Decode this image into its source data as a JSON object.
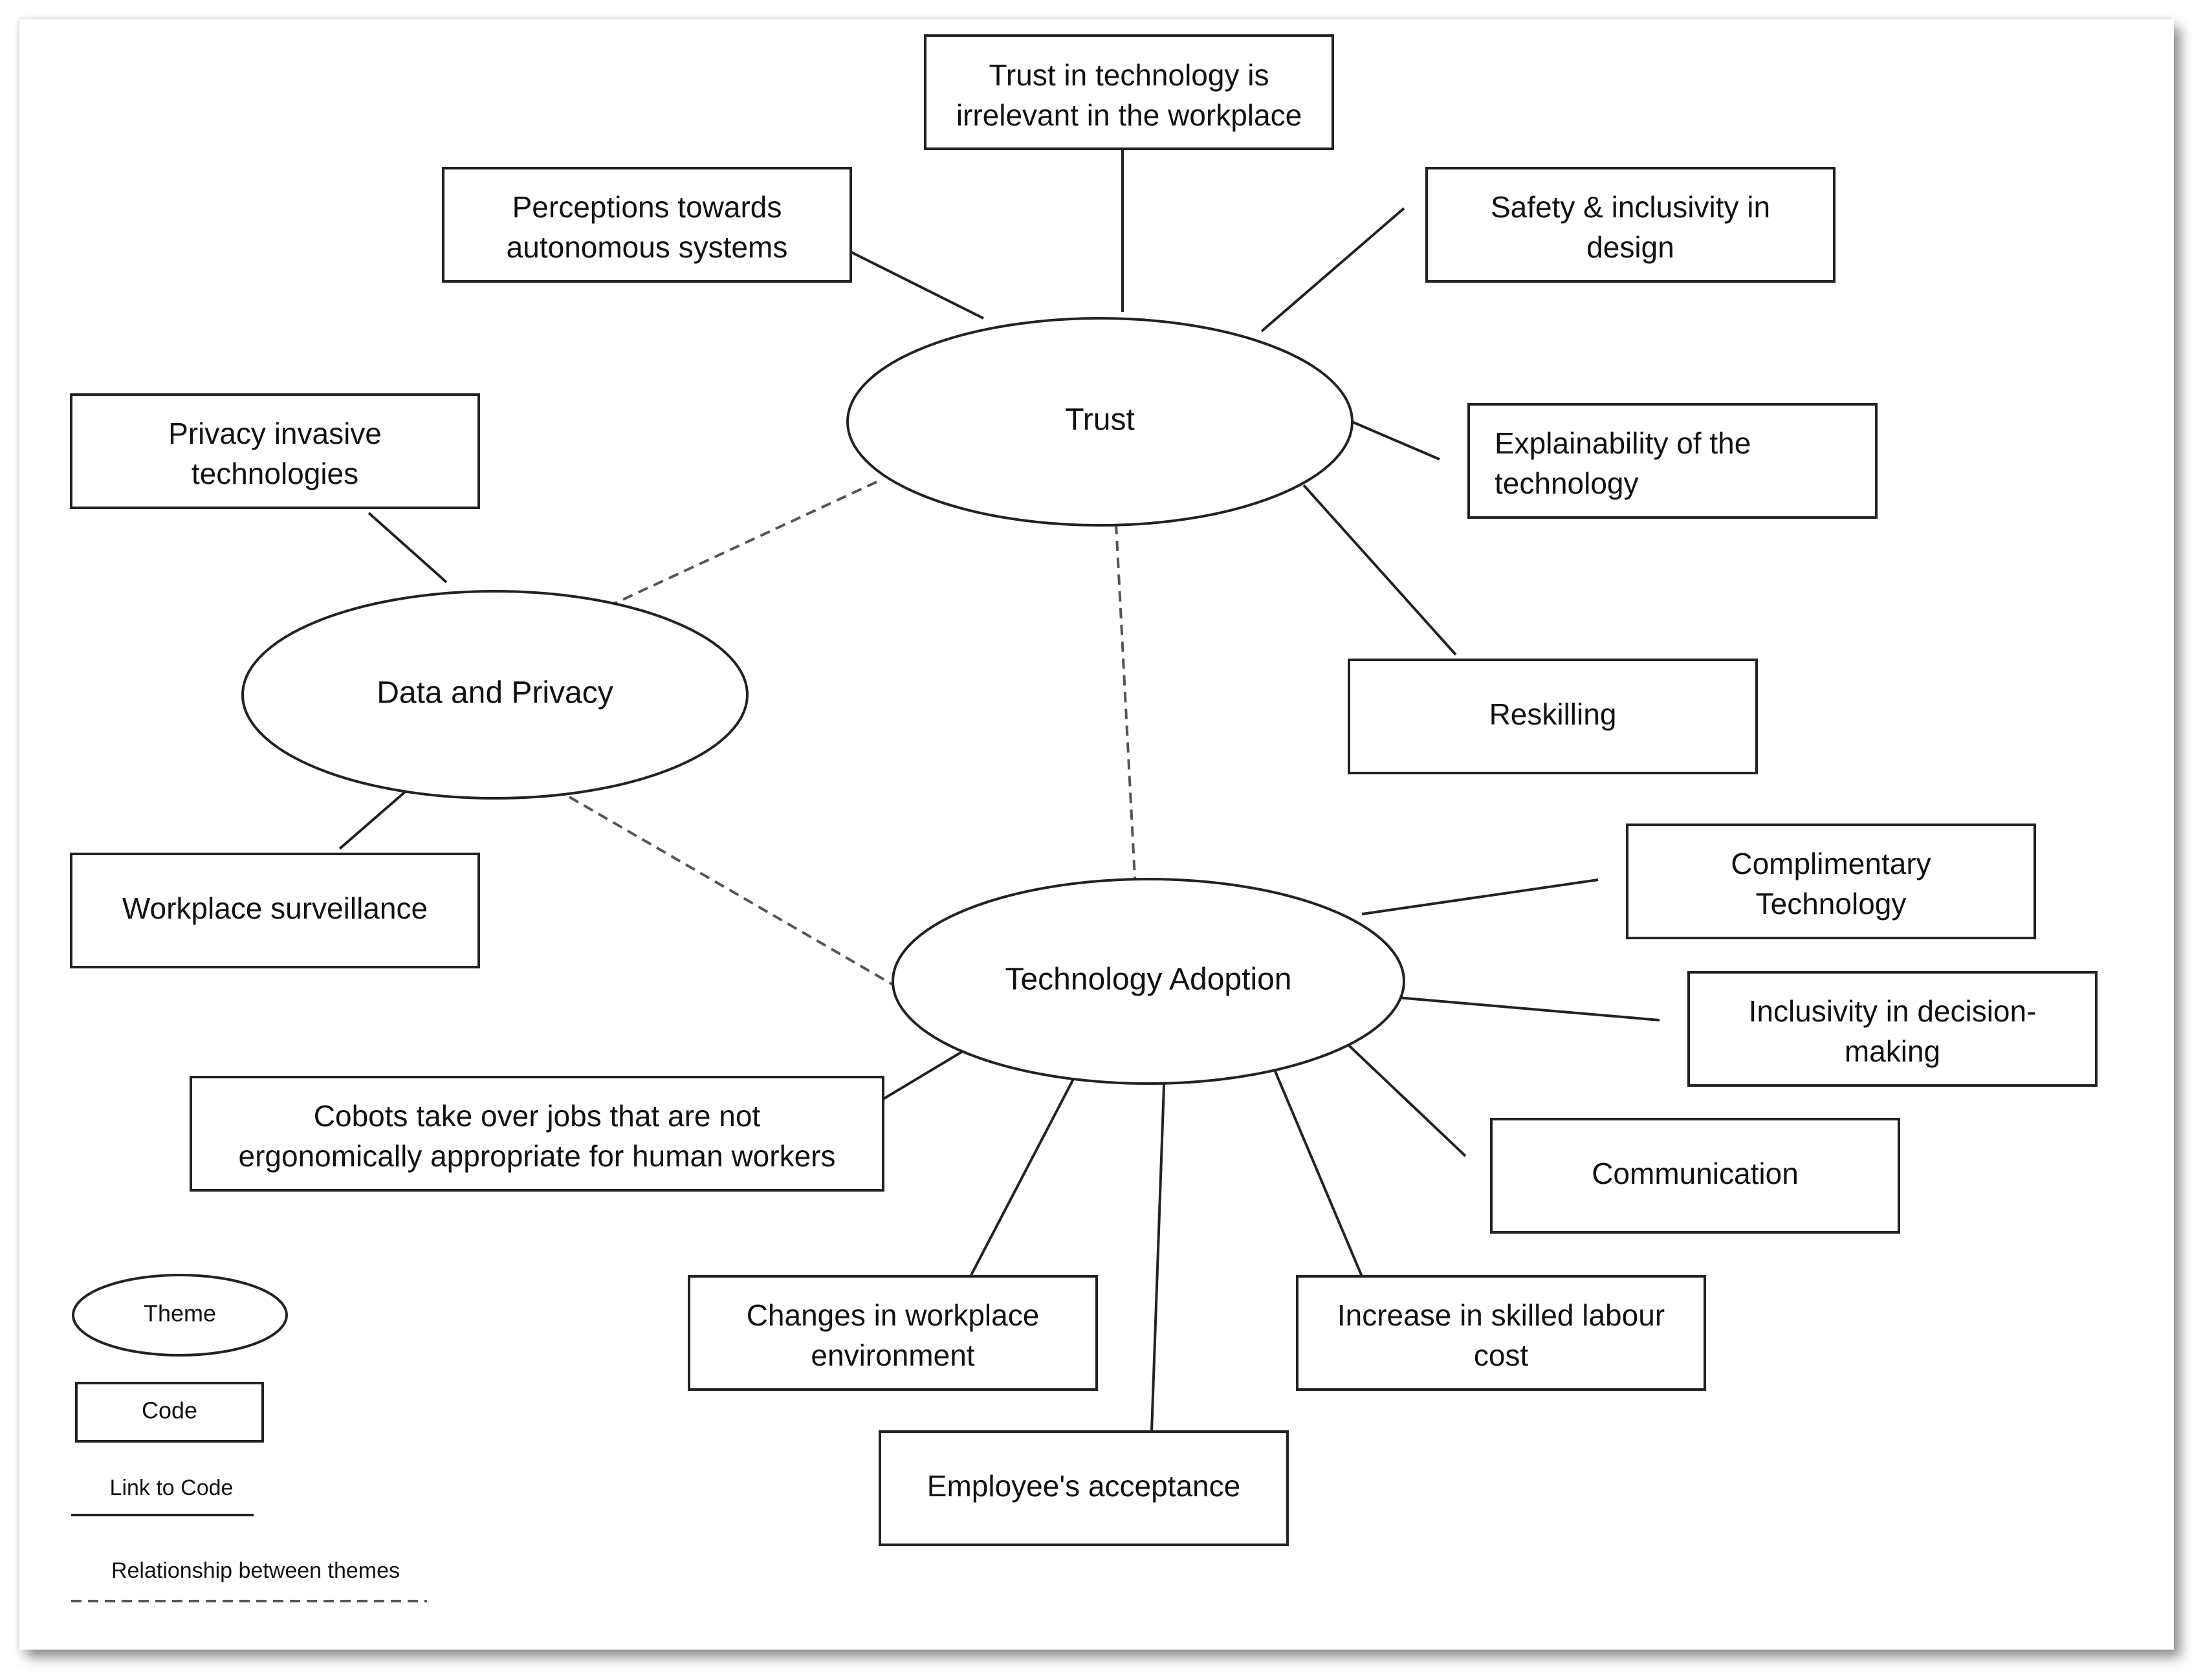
{
  "themes": {
    "trust": "Trust",
    "data_privacy": "Data and Privacy",
    "tech_adoption": "Technology Adoption"
  },
  "codes": {
    "trust_irrelevant": [
      "Trust in technology is",
      "irrelevant in the workplace"
    ],
    "perceptions": [
      "Perceptions towards",
      "autonomous systems"
    ],
    "safety": [
      "Safety & inclusivity in",
      "design"
    ],
    "explainability": [
      "Explainability of the",
      "technology"
    ],
    "reskilling": [
      "Reskilling"
    ],
    "privacy_invasive": [
      "Privacy invasive",
      "technologies"
    ],
    "workplace_surveillance": [
      "Workplace surveillance"
    ],
    "complimentary": [
      "Complimentary",
      "Technology"
    ],
    "inclusivity_decision": [
      "Inclusivity in decision-",
      "making"
    ],
    "communication": [
      "Communication"
    ],
    "skilled_labour": [
      "Increase in skilled labour",
      "cost"
    ],
    "employee_acceptance": [
      "Employee's acceptance"
    ],
    "workplace_environment": [
      "Changes in workplace",
      "environment"
    ],
    "cobots": [
      "Cobots take over jobs that are not",
      "ergonomically appropriate for human workers"
    ]
  },
  "legend": {
    "theme": "Theme",
    "code": "Code",
    "link": "Link to Code",
    "relationship": "Relationship between themes"
  }
}
